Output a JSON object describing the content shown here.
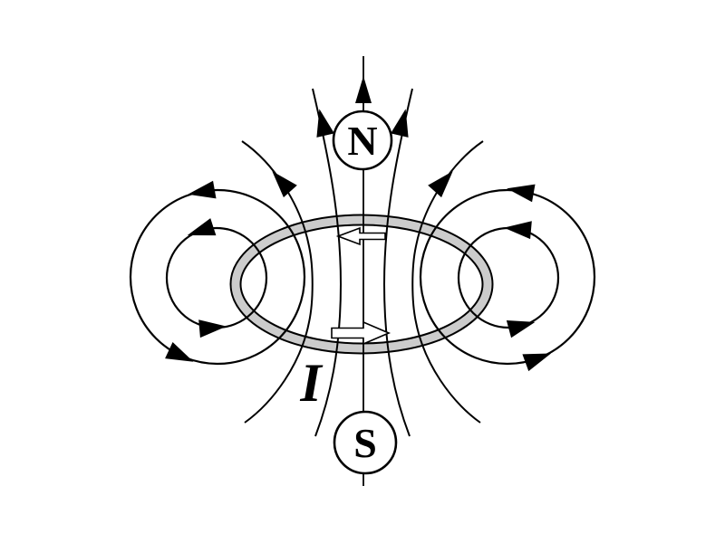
{
  "diagram": {
    "description": "Magnetic field of a current loop",
    "background_color": "#ffffff",
    "ink_color": "#000000",
    "loop_band_color": "#cccccc",
    "labels": {
      "north_pole": "N",
      "south_pole": "S",
      "current": "I"
    },
    "icons": [
      "up-arrow-axis",
      "field-line-arrowheads-counterclockwise",
      "open-current-arrow-left",
      "open-current-arrow-right"
    ]
  }
}
